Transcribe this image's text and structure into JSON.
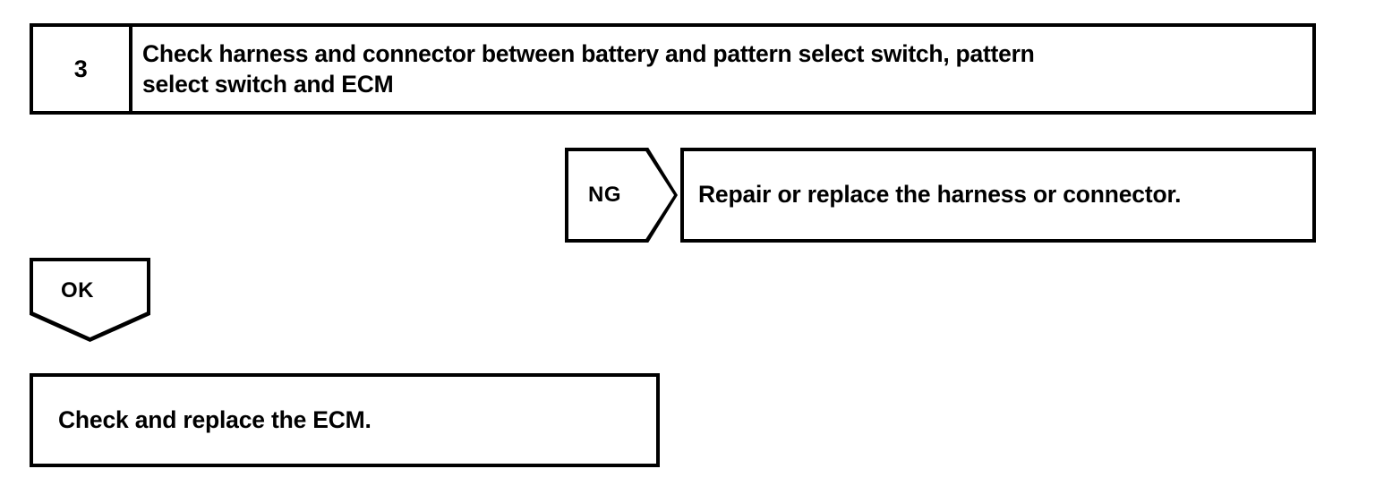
{
  "diagram": {
    "type": "diagnostic-flowchart",
    "colors": {
      "line": "#000000",
      "background": "#ffffff",
      "text": "#000000"
    },
    "step": {
      "number": "3",
      "instruction": "Check harness and connector between battery and pattern select switch, pattern\nselect switch and ECM"
    },
    "branches": [
      {
        "tag": "NG",
        "tag_shape": "arrow-right-pentagon",
        "result": "Repair or replace the harness or connector."
      },
      {
        "tag": "OK",
        "tag_shape": "arrow-down-pentagon",
        "result": "Check and replace the ECM."
      }
    ],
    "ng_tag_label": "NG",
    "ok_tag_label": "OK",
    "ng_result_text": "Repair or replace the harness or connector.",
    "ok_result_text": "Check and replace the ECM."
  }
}
